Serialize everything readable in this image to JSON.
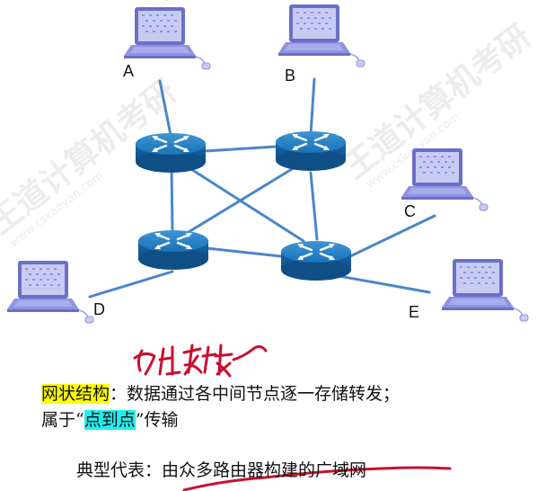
{
  "diagram": {
    "nodes": {
      "A": "A",
      "B": "B",
      "C": "C",
      "D": "D",
      "E": "E"
    },
    "link_color": "#4a86c8",
    "router_color": "#1a73b8",
    "laptop_color": "#7b7fd8"
  },
  "watermark": {
    "brand": "王道计算机考研",
    "site": "www.cskaoyan.com"
  },
  "annotation": {
    "handwritten": "分组交换",
    "color": "#c8102e"
  },
  "text": {
    "mesh_term": "网状结构",
    "mesh_desc": "：数据通过各中间节点逐一存储转发；",
    "belongs_prefix": "属于“",
    "p2p_term": "点到点",
    "belongs_suffix": "”传输",
    "typical": "典型代表：由众多路由器构建的广域网"
  }
}
